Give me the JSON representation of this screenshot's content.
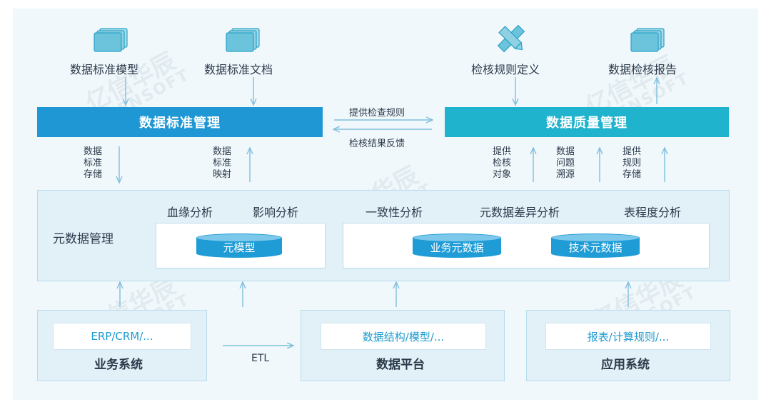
{
  "top_items": {
    "std_model": "数据标准模型",
    "std_doc": "数据标准文档",
    "rule_def": "检核规则定义",
    "check_report": "数据检核报告"
  },
  "bars": {
    "standard": "数据标准管理",
    "quality": "数据质量管理"
  },
  "middle_flow": {
    "provide_rules": "提供检查规则",
    "feedback": "检核结果反馈"
  },
  "vertical_labels": {
    "std_store": "数据\n标准\n存储",
    "std_map": "数据\n标准\n映射",
    "provide_obj": "提供\n检核\n对象",
    "trace": "数据\n问题\n溯源",
    "rule_store": "提供\n规则\n存储"
  },
  "metadata": {
    "title": "元数据管理",
    "analyses": [
      "血缘分析",
      "影响分析",
      "一致性分析",
      "元数据差异分析",
      "表程度分析"
    ],
    "cylinders": [
      "元模型",
      "业务元数据",
      "技术元数据"
    ]
  },
  "systems": {
    "business": {
      "chip": "ERP/CRM/...",
      "title": "业务系统"
    },
    "platform": {
      "chip": "数据结构/模型/...",
      "title": "数据平台"
    },
    "application": {
      "chip": "报表/计算规则/...",
      "title": "应用系统"
    },
    "etl": "ETL"
  },
  "watermark": {
    "cn": "亿信华辰",
    "en": "ESENSOFT"
  },
  "colors": {
    "bar_standard": "#1f97d4",
    "bar_quality": "#20b3ce",
    "arrow": "#7fbfdc",
    "panel": "#f1f8fc",
    "box": "#e2f1f8"
  }
}
